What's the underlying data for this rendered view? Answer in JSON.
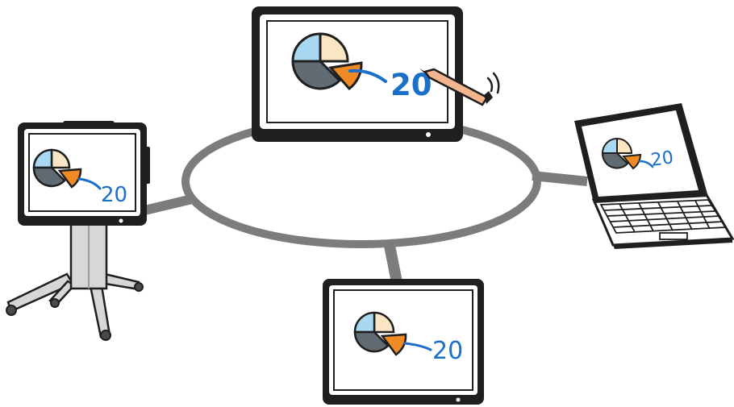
{
  "diagram": {
    "value_label": "20",
    "colors": {
      "frame": "#1f1f1f",
      "screen": "#ffffff",
      "network": "#7c7c7c",
      "pie_gray": "#5f6a72",
      "pie_blue": "#a9d8f3",
      "pie_cream": "#fbe6c4",
      "pie_orange": "#f08a24",
      "annotation": "#1a6fc9",
      "pen": "#f2b58d"
    },
    "devices": [
      {
        "name": "main-board",
        "label": "20"
      },
      {
        "name": "stand-display",
        "label": "20"
      },
      {
        "name": "laptop",
        "label": "20"
      },
      {
        "name": "tablet-display",
        "label": "20"
      }
    ]
  }
}
